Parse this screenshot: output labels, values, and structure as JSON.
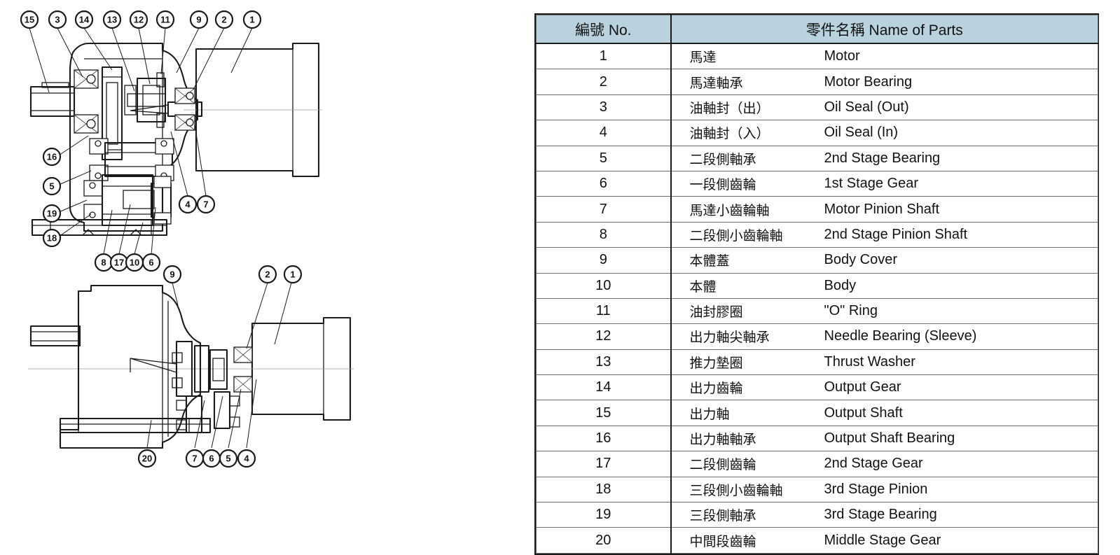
{
  "table": {
    "headers": {
      "no": "編號 No.",
      "name": "零件名稱 Name of Parts"
    },
    "rows": [
      {
        "no": "1",
        "zh": "馬達",
        "en": "Motor"
      },
      {
        "no": "2",
        "zh": "馬達軸承",
        "en": "Motor Bearing"
      },
      {
        "no": "3",
        "zh": "油軸封（出）",
        "en": "Oil Seal (Out)"
      },
      {
        "no": "4",
        "zh": "油軸封（入）",
        "en": "Oil Seal (In)"
      },
      {
        "no": "5",
        "zh": "二段側軸承",
        "en": "2nd Stage Bearing"
      },
      {
        "no": "6",
        "zh": "一段側齒輪",
        "en": "1st Stage Gear"
      },
      {
        "no": "7",
        "zh": "馬達小齒輪軸",
        "en": "Motor Pinion Shaft"
      },
      {
        "no": "8",
        "zh": "二段側小齒輪軸",
        "en": "2nd Stage Pinion Shaft"
      },
      {
        "no": "9",
        "zh": "本體蓋",
        "en": "Body Cover"
      },
      {
        "no": "10",
        "zh": "本體",
        "en": "Body"
      },
      {
        "no": "11",
        "zh": "油封膠圈",
        "en": "\"O\" Ring"
      },
      {
        "no": "12",
        "zh": "出力軸尖軸承",
        "en": "Needle Bearing (Sleeve)"
      },
      {
        "no": "13",
        "zh": "推力墊圈",
        "en": "Thrust Washer"
      },
      {
        "no": "14",
        "zh": "出力齒輪",
        "en": "Output Gear"
      },
      {
        "no": "15",
        "zh": "出力軸",
        "en": "Output Shaft"
      },
      {
        "no": "16",
        "zh": "出力軸軸承",
        "en": "Output Shaft Bearing"
      },
      {
        "no": "17",
        "zh": "二段側齒輪",
        "en": "2nd Stage Gear"
      },
      {
        "no": "18",
        "zh": "三段側小齒輪軸",
        "en": "3rd Stage Pinion"
      },
      {
        "no": "19",
        "zh": "三段側軸承",
        "en": "3rd Stage Bearing"
      },
      {
        "no": "20",
        "zh": "中間段齒輪",
        "en": "Middle Stage Gear"
      }
    ]
  },
  "drawings": {
    "top_view": {
      "callouts_top": [
        "15",
        "3",
        "14",
        "13",
        "12",
        "11",
        "9",
        "2",
        "1"
      ],
      "callouts_left": [
        "16",
        "5",
        "19",
        "18"
      ],
      "callouts_bottom": [
        "8",
        "17",
        "10",
        "6"
      ],
      "callouts_right": [
        "4",
        "7"
      ]
    },
    "side_view": {
      "callouts_top": [
        "9",
        "2",
        "1"
      ],
      "callouts_bottom": [
        "20",
        "7",
        "6",
        "5",
        "4"
      ]
    }
  },
  "colors": {
    "header_fill": "#b9d2de",
    "line": "#1a1a1a",
    "grid": "#6e6e6e",
    "center_line": "#9a9a9a"
  }
}
